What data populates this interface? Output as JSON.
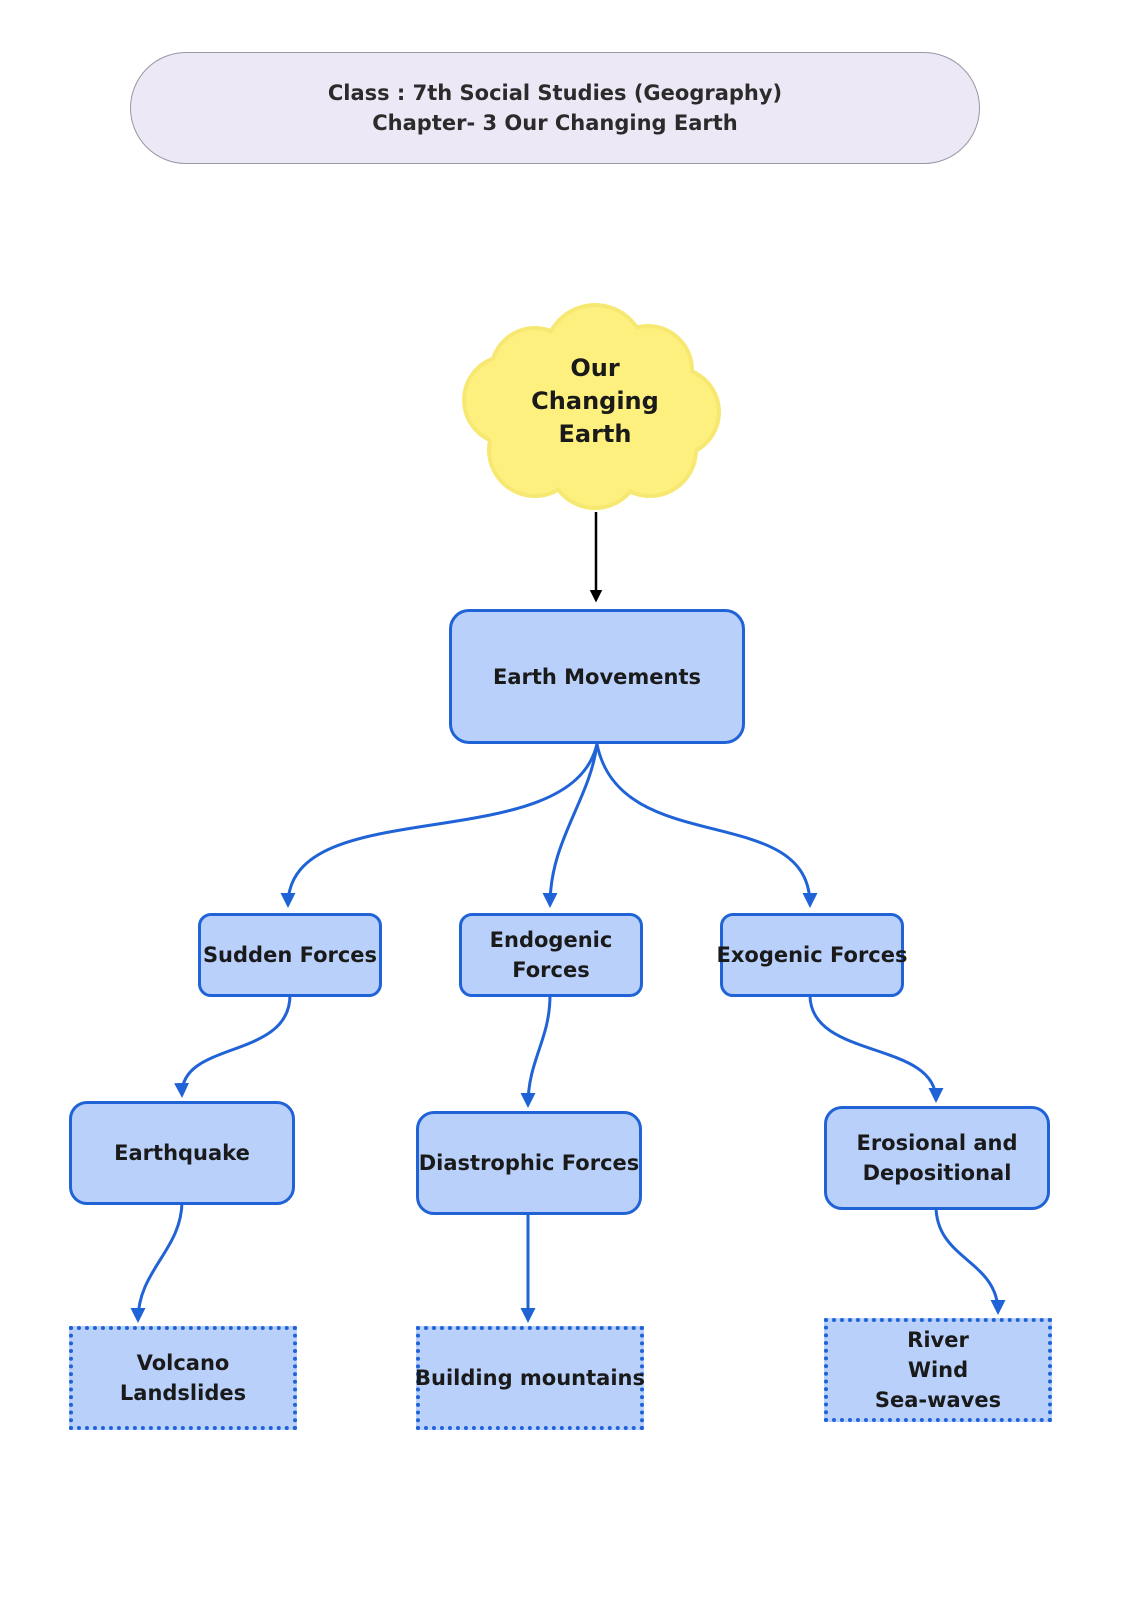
{
  "header": {
    "line1": "Class : 7th Social Studies (Geography)",
    "line2": "Chapter- 3 Our Changing Earth"
  },
  "colors": {
    "node_fill": "#b9d0fb",
    "node_border": "#1f63d6",
    "cloud_fill": "#fdf07e",
    "cloud_border": "#f6e871",
    "header_fill": "#ede8f5"
  },
  "diagram": {
    "root": {
      "lines": [
        "Our",
        "Changing",
        "Earth"
      ]
    },
    "earth_movements": "Earth Movements",
    "sudden_forces": "Sudden Forces",
    "endogenic_forces": [
      "Endogenic",
      "Forces"
    ],
    "exogenic_forces": "Exogenic Forces",
    "earthquake": "Earthquake",
    "diastrophic_forces": "Diastrophic Forces",
    "erosional": [
      "Erosional and",
      "Depositional"
    ],
    "volcano_landslides": [
      "Volcano",
      "Landslides"
    ],
    "building_mountains": "Building mountains",
    "river_wind_seawaves": [
      "River",
      "Wind",
      "Sea-waves"
    ]
  }
}
